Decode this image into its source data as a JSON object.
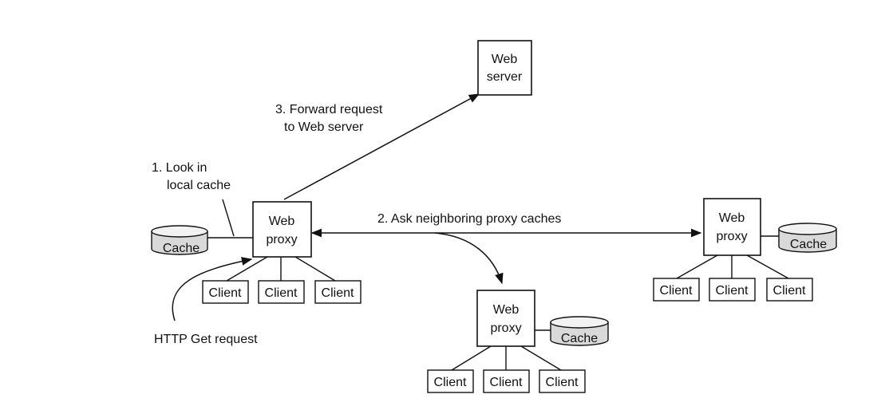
{
  "web_server": {
    "line1": "Web",
    "line2": "server"
  },
  "proxy_main": {
    "line1": "Web",
    "line2": "proxy"
  },
  "proxy_bottom": {
    "line1": "Web",
    "line2": "proxy"
  },
  "proxy_right": {
    "line1": "Web",
    "line2": "proxy"
  },
  "cache_label": "Cache",
  "client_label": "Client",
  "steps": {
    "step1_line1": "1. Look in",
    "step1_line2": "local cache",
    "step2": "2. Ask neighboring proxy caches",
    "step3_line1": "3. Forward request",
    "step3_line2": "to Web server"
  },
  "http_get": "HTTP Get request"
}
